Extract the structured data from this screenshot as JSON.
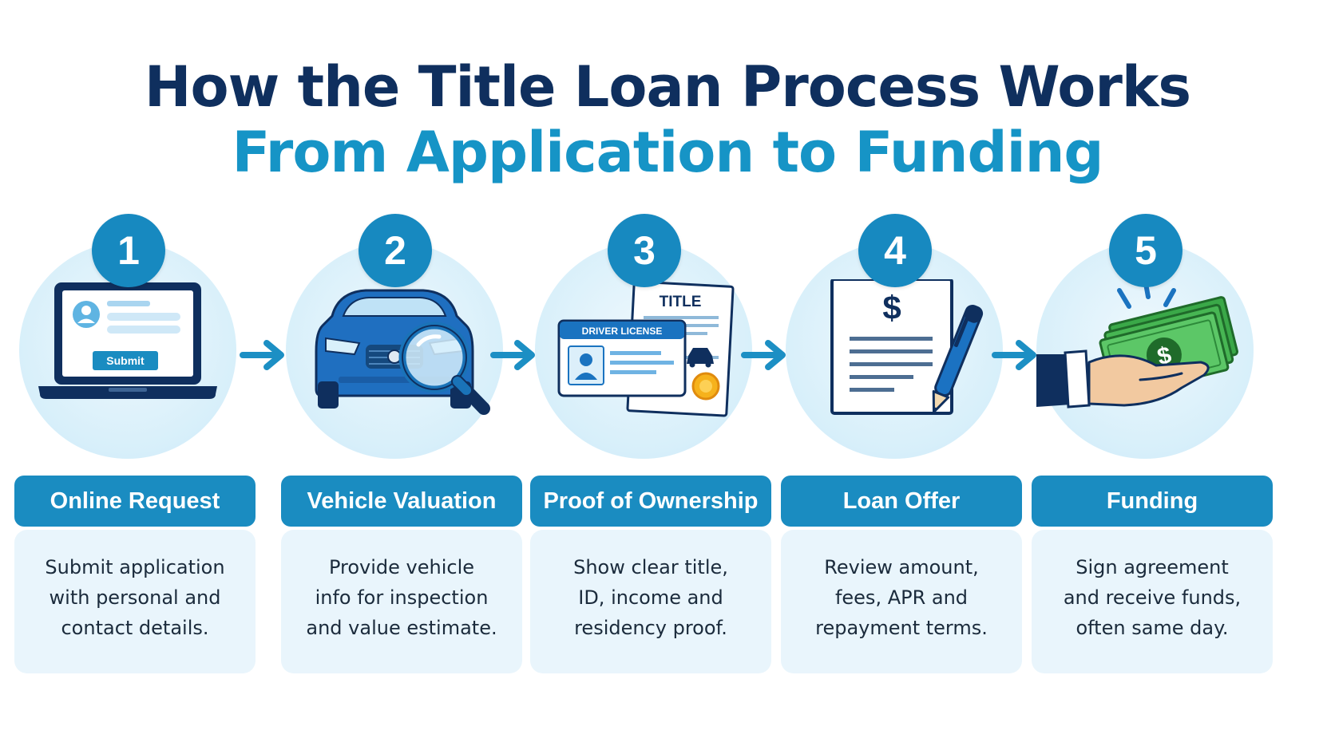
{
  "header": {
    "title_line1": "How the Title Loan Process Works",
    "title_line2": "From Application to Funding"
  },
  "steps": [
    {
      "number": "1",
      "label": "Online Request",
      "description_lines": [
        "Submit application",
        "with personal and",
        "contact details."
      ],
      "illustration": {
        "submit_button": "Submit"
      }
    },
    {
      "number": "2",
      "label": "Vehicle Valuation",
      "description_lines": [
        "Provide vehicle",
        "info for inspection",
        "and value estimate."
      ]
    },
    {
      "number": "3",
      "label": "Proof of Ownership",
      "description_lines": [
        "Show clear title,",
        "ID, income and",
        "residency proof."
      ],
      "illustration": {
        "license_header": "DRIVER LICENSE",
        "title_header": "TITLE"
      }
    },
    {
      "number": "4",
      "label": "Loan Offer",
      "description_lines": [
        "Review amount,",
        "fees, APR and",
        "repayment terms."
      ],
      "illustration": {
        "dollar_sign": "$"
      }
    },
    {
      "number": "5",
      "label": "Funding",
      "description_lines": [
        "Sign agreement",
        "and receive funds,",
        "often same day."
      ],
      "illustration": {
        "dollar_sign": "$"
      }
    }
  ],
  "icons": {
    "step1": "laptop-application-icon",
    "step2": "car-magnifier-icon",
    "step3": "title-and-license-icon",
    "step4": "loan-document-pen-icon",
    "step5": "cash-in-hand-icon",
    "connector": "arrow-right-icon"
  },
  "colors": {
    "title_dark": "#0f2f5e",
    "title_accent": "#1694c6",
    "badge": "#1789c0",
    "pill": "#1a8cc1",
    "circle_bg": "#d7effa",
    "desc_bg": "#e9f5fc",
    "money_green": "#3fae49"
  }
}
